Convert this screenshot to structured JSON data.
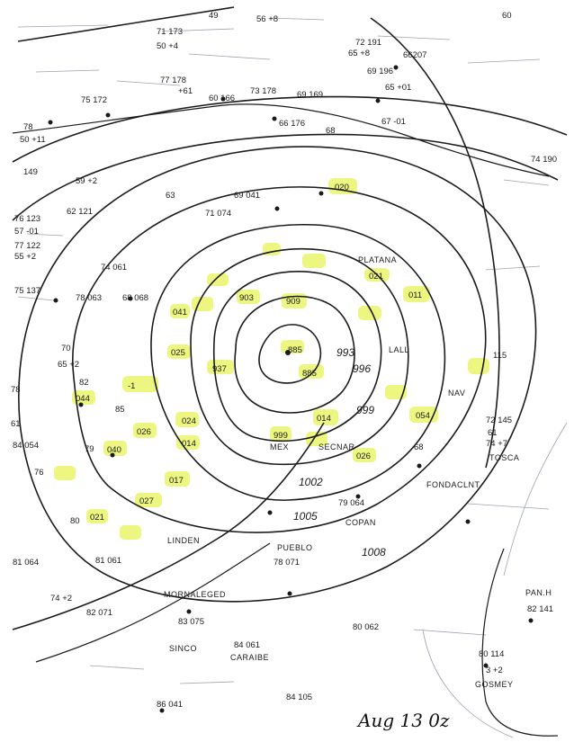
{
  "map": {
    "date_label": "Aug 13 0z",
    "isobar_labels": [
      "1008",
      "1005",
      "1002",
      "999",
      "996",
      "993"
    ],
    "place_labels": [
      "PLATANA",
      "LALL",
      "NAV",
      "TOSCA",
      "FONDACLNT",
      "COPAN",
      "MEX",
      "SECNAR",
      "PUEBLO",
      "LINDEN",
      "MORNALEGED",
      "SINCO",
      "CARAIBE",
      "PAN.H",
      "GOSMEY"
    ],
    "low_center_value": "885",
    "highlighted_values": [
      "020",
      "021",
      "041",
      "025",
      "024",
      "026",
      "014",
      "017",
      "027",
      "044",
      "040",
      "909",
      "011",
      "021",
      "054",
      "026",
      "-1",
      "937",
      "885",
      "903",
      "999",
      "014"
    ],
    "station_plots": [
      "49",
      "56 +8",
      "60",
      "72 191",
      "65 +8",
      "66207",
      "69 196",
      "65 +01",
      "71 173",
      "50 +4",
      "77 178",
      "+61",
      "75 172",
      "60 166",
      "73 178",
      "69 169",
      "66 176",
      "68",
      "67 -01",
      "78",
      "50 +11",
      "149",
      "59 +2",
      "76 123",
      "62 121",
      "57 -01",
      "77 122",
      "55 +2",
      "69 041",
      "63",
      "71 074",
      "74 061",
      "75 137",
      "78 063",
      "68 068",
      "70",
      "65 +2",
      "78",
      "82",
      "61",
      "84 054",
      "79",
      "76",
      "85",
      "80",
      "81 064",
      "81 061",
      "74 +2",
      "82 071",
      "83 075",
      "84 061",
      "80 062",
      "79 064",
      "78 071",
      "84 105",
      "86 041",
      "74 190",
      "72 145",
      "61",
      "74 +7",
      "115",
      "68",
      "80 114",
      "3 +2",
      "82 141"
    ]
  }
}
